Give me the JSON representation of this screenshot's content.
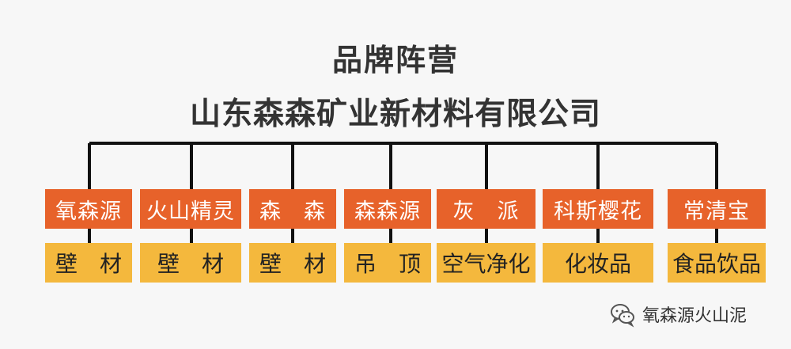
{
  "title_line1": "品牌阵营",
  "title_line2": "山东森森矿业新材料有限公司",
  "colors": {
    "line": "#111111",
    "brand_bg": "#e7622a",
    "brand_text": "#ffffff",
    "category_bg": "#f4b83d",
    "category_text": "#222222"
  },
  "brands": [
    {
      "name": "氧森源",
      "category": "壁　材"
    },
    {
      "name": "火山精灵",
      "category": "壁　材"
    },
    {
      "name": "森　森",
      "category": "壁　材"
    },
    {
      "name": "森森源",
      "category": "吊　顶"
    },
    {
      "name": "灰　派",
      "category": "空气净化"
    },
    {
      "name": "科斯樱花",
      "category": "化妆品"
    },
    {
      "name": "常清宝",
      "category": "食品饮品"
    }
  ],
  "watermark": {
    "icon": "wechat-icon",
    "text": "氧森源火山泥"
  }
}
